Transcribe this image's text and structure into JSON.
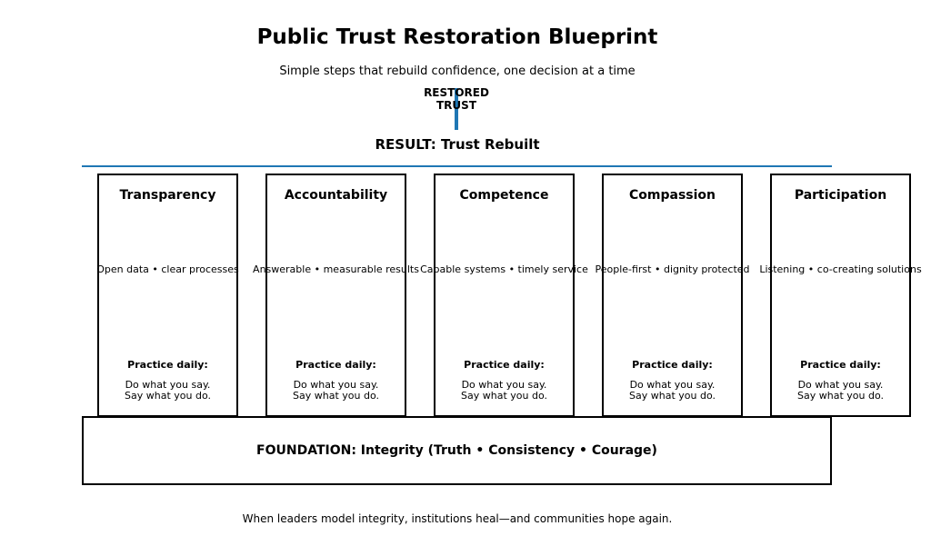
{
  "title": "Public Trust Restoration Blueprint",
  "subtitle": "Simple steps that rebuild confidence, one decision at a time",
  "apex": {
    "label": "RESTORED\nTRUST",
    "arrow_color": "#1f77b4"
  },
  "result": "RESULT: Trust Rebuilt",
  "roof_color": "#1f77b4",
  "pillars": [
    {
      "name": "Transparency",
      "description": "Open data • clear processes",
      "practice_label": "Practice daily:",
      "practice_text": "Do what you say.\nSay what you do."
    },
    {
      "name": "Accountability",
      "description": "Answerable • measurable results",
      "practice_label": "Practice daily:",
      "practice_text": "Do what you say.\nSay what you do."
    },
    {
      "name": "Competence",
      "description": "Capable systems • timely service",
      "practice_label": "Practice daily:",
      "practice_text": "Do what you say.\nSay what you do."
    },
    {
      "name": "Compassion",
      "description": "People-first • dignity protected",
      "practice_label": "Practice daily:",
      "practice_text": "Do what you say.\nSay what you do."
    },
    {
      "name": "Participation",
      "description": "Listening • co-creating solutions",
      "practice_label": "Practice daily:",
      "practice_text": "Do what you say.\nSay what you do."
    }
  ],
  "foundation": "FOUNDATION: Integrity (Truth • Consistency • Courage)",
  "footer": "When leaders model integrity, institutions heal—and communities hope again."
}
